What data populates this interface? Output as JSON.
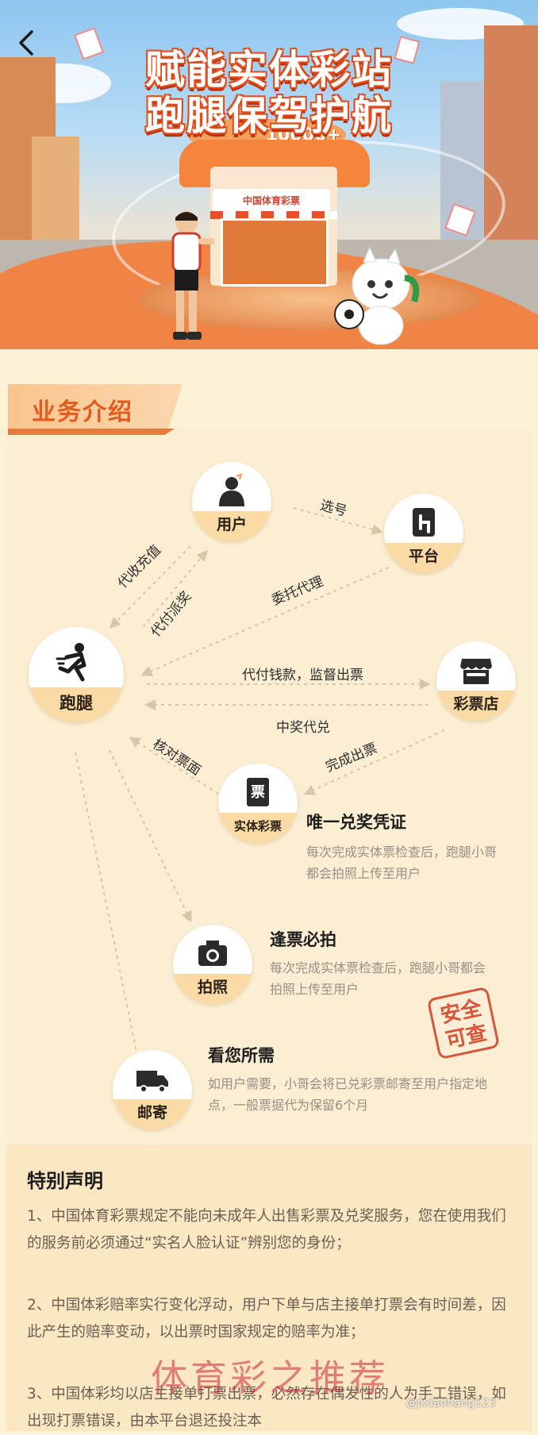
{
  "hero": {
    "title_line1": "赋能实体彩站",
    "title_line2": "跑腿保驾护航",
    "counter": "10000+",
    "kiosk_sign": "中国体育彩票",
    "back_icon": "chevron-left-icon"
  },
  "section": {
    "title": "业务介绍"
  },
  "nodes": {
    "user": "用户",
    "platform": "平台",
    "runner": "跑腿",
    "store": "彩票店",
    "ticket": "实体彩票",
    "ticket_glyph": "票",
    "photo": "拍照",
    "mail": "邮寄"
  },
  "flow": {
    "select_number": "选号",
    "collect_recharge": "代收充值",
    "pay_prize": "代付派奖",
    "entrust_agent": "委托代理",
    "pay_supervise": "代付钱款，监督出票",
    "prize_redeem": "中奖代兑",
    "check_ticket": "核对票面",
    "complete_ticket": "完成出票"
  },
  "features": [
    {
      "title": "唯一兑奖凭证",
      "desc": "每次完成实体票检查后，跑腿小哥都会拍照上传至用户"
    },
    {
      "title": "逢票必拍",
      "desc": "每次完成实体票检查后，跑腿小哥都会拍照上传至用户"
    },
    {
      "title": "看您所需",
      "desc": "如用户需要，小哥会将已兑彩票邮寄至用户指定地点，一般票据代为保留6个月"
    }
  ],
  "stamp": {
    "line1": "安全",
    "line2": "可查"
  },
  "notice": {
    "title": "特别声明",
    "p1": "1、中国体育彩票规定不能向未成年人出售彩票及兑奖服务，您在使用我们的服务前必须通过“实名人脸认证”辨别您的身份；",
    "p2": "2、中国体彩赔率实行变化浮动，用户下单与店主接单打票会有时间差，因此产生的赔率变动，以出票时国家规定的赔率为准；",
    "p3": "3、中国体彩均以店主接单打票出票，必然存在偶发性的人为手工错误，如出现打票错误，由本平台退还投注本"
  },
  "watermark": {
    "overlay": "体育彩之推荐",
    "handle": "@jixiaohang123"
  },
  "colors": {
    "accent": "#e25b1d",
    "node_label_bg": "#fadba5",
    "page_bg": "#fdf1d6"
  }
}
